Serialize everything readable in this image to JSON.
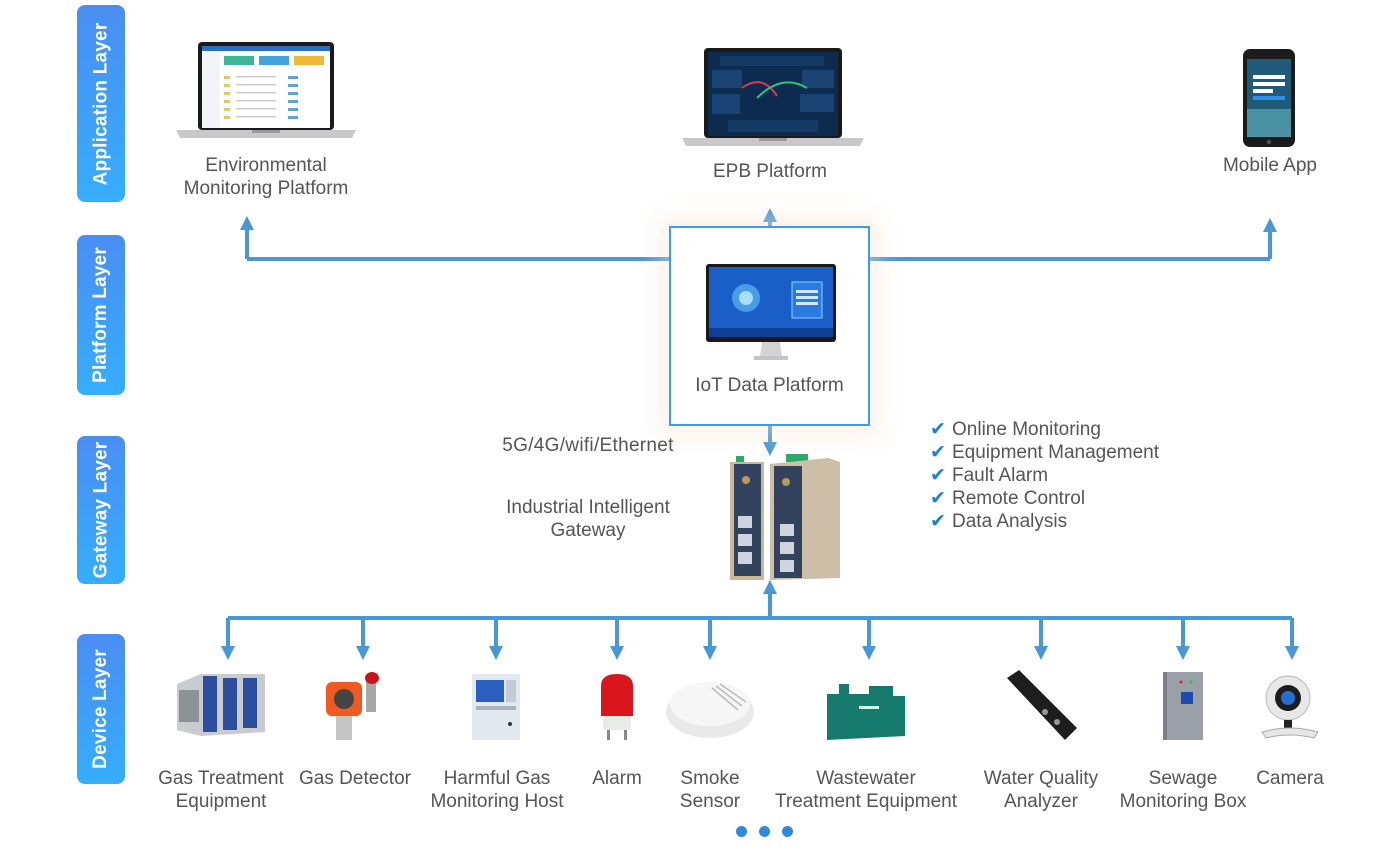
{
  "layers": [
    {
      "label": "Application Layer"
    },
    {
      "label": "Platform Layer"
    },
    {
      "label": "Gateway Layer"
    },
    {
      "label": "Device Layer"
    }
  ],
  "application": {
    "env_platform": {
      "line1": "Environmental",
      "line2": "Monitoring Platform",
      "icon": "laptop-dashboard-icon"
    },
    "epb_platform": {
      "label": "EPB Platform",
      "icon": "laptop-bigscreen-icon"
    },
    "mobile_app": {
      "label": "Mobile App",
      "icon": "smartphone-icon"
    }
  },
  "platform": {
    "iot_data_platform": {
      "label": "IoT Data Platform",
      "icon": "monitor-icon"
    }
  },
  "gateway": {
    "network": "5G/4G/wifi/Ethernet",
    "name_line1": "Industrial Intelligent",
    "name_line2": "Gateway",
    "icon": "gateway-device-icon"
  },
  "features": [
    {
      "label": "Online Monitoring"
    },
    {
      "label": "Equipment Management"
    },
    {
      "label": "Fault Alarm"
    },
    {
      "label": "Remote Control"
    },
    {
      "label": "Data Analysis"
    }
  ],
  "devices": [
    {
      "line1": "Gas Treatment",
      "line2": "Equipment",
      "icon": "gas-treatment-equipment-icon"
    },
    {
      "line1": "Gas Detector",
      "line2": "",
      "icon": "gas-detector-icon"
    },
    {
      "line1": "Harmful Gas",
      "line2": "Monitoring Host",
      "icon": "monitoring-host-icon"
    },
    {
      "line1": "Alarm",
      "line2": "",
      "icon": "alarm-beacon-icon"
    },
    {
      "line1": "Smoke",
      "line2": "Sensor",
      "icon": "smoke-sensor-icon"
    },
    {
      "line1": "Wastewater",
      "line2": "Treatment Equipment",
      "icon": "wastewater-equipment-icon"
    },
    {
      "line1": "Water Quality",
      "line2": "Analyzer",
      "icon": "water-analyzer-icon"
    },
    {
      "line1": "Sewage",
      "line2": "Monitoring Box",
      "icon": "sewage-box-icon"
    },
    {
      "line1": "Camera",
      "line2": "",
      "icon": "camera-icon"
    }
  ],
  "more_indicator": "more-devices-dots",
  "colors": {
    "wire": "#4a97d6",
    "badge_top": "#4a8ef2",
    "badge_bottom": "#35aefb",
    "check": "#1f7fd1",
    "iot_border": "#3d9be9"
  }
}
